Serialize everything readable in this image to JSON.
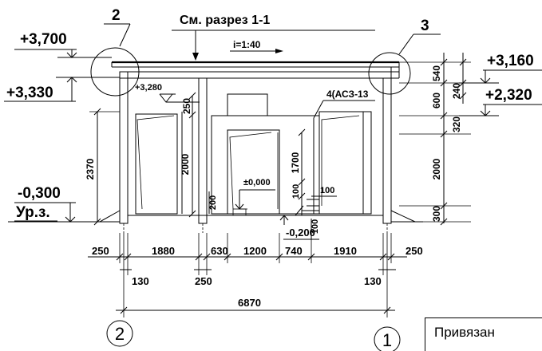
{
  "section_ref": "См. разрез 1-1",
  "slope": "i=1:40",
  "callouts": [
    "2",
    "3"
  ],
  "elevations": {
    "top_left": "+3,700",
    "left_mid": "+3,330",
    "inner": "+3,280",
    "ground_left": "-0,300",
    "ground_label": "Ур.з.",
    "floor": "±0,000",
    "floor_low": "-0,200",
    "right_top": "+3,160",
    "right_mid": "+2,320"
  },
  "door_mark": "4(АСЗ-13",
  "vertical_dims": {
    "left_height": "2370",
    "inner_250": "250",
    "inner_2000": "2000",
    "door_1700": "1700",
    "door_100a": "100",
    "door_100b": "100",
    "step_200": "200",
    "under_100": "100",
    "right_540": "540",
    "right_240": "240",
    "right_600": "600",
    "right_320": "320",
    "right_2000": "2000",
    "right_300": "300"
  },
  "horizontal_dims": {
    "top_row": [
      "250",
      "1880",
      "630",
      "1200",
      "740",
      "1910",
      "250"
    ],
    "mid_row": [
      "130",
      "250",
      "130"
    ],
    "total": "6870"
  },
  "axes": [
    "2",
    "1"
  ],
  "stamp": "Привязан"
}
